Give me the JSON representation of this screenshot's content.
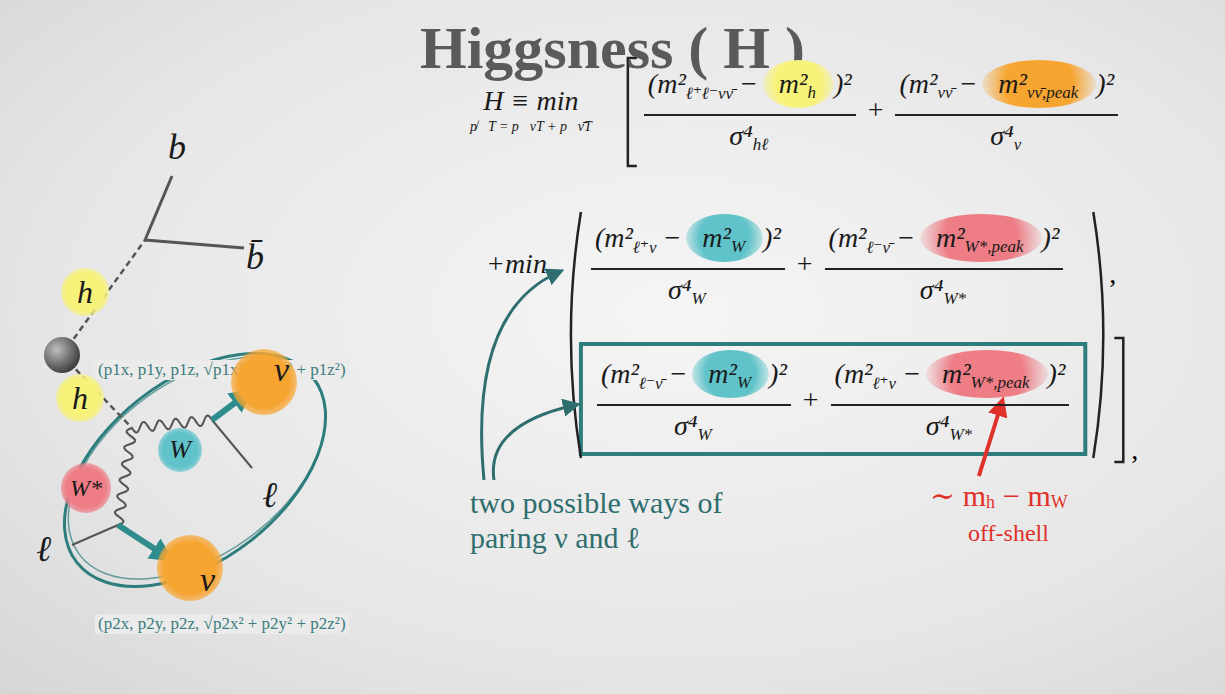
{
  "diagram": {
    "title": "Higgsness ( H )",
    "nodes": [
      {
        "text": [
          "h"
        ]
      },
      {
        "text": [
          "h"
        ]
      },
      {
        "text": [
          "W"
        ]
      },
      {
        "text": [
          "ν"
        ]
      },
      {
        "text": [
          "W*"
        ]
      },
      {
        "text": [
          "ν"
        ]
      },
      {
        "text": [
          "m²",
          "h"
        ]
      },
      {
        "text": [
          "m²",
          "νν̄,peak"
        ]
      },
      {
        "text": [
          "m²",
          "W"
        ]
      },
      {
        "text": [
          "m²",
          "W*,peak"
        ]
      },
      {
        "text": [
          "m²",
          "W"
        ]
      },
      {
        "text": [
          "m²",
          "W*,peak"
        ]
      }
    ],
    "labels": [
      "b",
      "b̄",
      "(p1x, p1y, p1z, √p1x² + p1y² + p1z²)",
      "ℓ",
      "ℓ",
      "(p2x, p2y, p2z, √p2x² + p2y² + p2z²)",
      "H ≡ min",
      "p̸⃗T = p⃗νT + p⃗ν̄T",
      "(m²",
      "ℓ⁺ℓ⁻νν̄",
      "−",
      ")²",
      "σ⁴",
      "hℓ",
      "+",
      "(m²",
      "νν̄",
      "−",
      ")²",
      "σ⁴",
      "ν",
      "+min",
      "(m²",
      "ℓ⁺ν",
      "−",
      ")²",
      "σ⁴",
      "W",
      "+",
      "(m²",
      "ℓ⁻ν̄",
      "−",
      ")²",
      "σ⁴",
      "W*",
      ",",
      "(m²",
      "ℓ⁻ν̄",
      "−",
      ")²",
      "σ⁴",
      "W",
      "+",
      "(m²",
      "ℓ⁺ν",
      "−",
      ")²",
      "σ⁴",
      "W*",
      ",",
      "two possible ways of paring ν and ℓ",
      "∼ m",
      "h",
      "− m",
      "W",
      "off-shell"
    ]
  }
}
